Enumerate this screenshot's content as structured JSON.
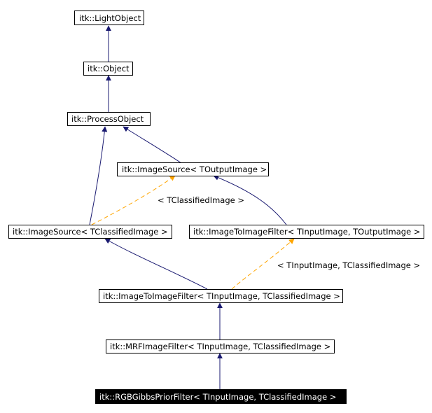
{
  "colors": {
    "inherit_edge": "#191970",
    "template_edge": "#ffa500",
    "current_fill": "#000000",
    "current_text": "#ffffff"
  },
  "nodes": {
    "light_object": "itk::LightObject",
    "object": "itk::Object",
    "process_object": "itk::ProcessObject",
    "image_source_output": "itk::ImageSource< TOutputImage >",
    "image_source_classified": "itk::ImageSource< TClassifiedImage >",
    "i2i_filter_output": "itk::ImageToImageFilter< TInputImage, TOutputImage >",
    "i2i_filter_classified": "itk::ImageToImageFilter< TInputImage, TClassifiedImage >",
    "mrf_filter": "itk::MRFImageFilter< TInputImage, TClassifiedImage >",
    "rgb_gibbs_filter": "itk::RGBGibbsPriorFilter< TInputImage, TClassifiedImage >"
  },
  "edge_labels": {
    "classified_image": "< TClassifiedImage >",
    "input_classified": "< TInputImage, TClassifiedImage >"
  }
}
